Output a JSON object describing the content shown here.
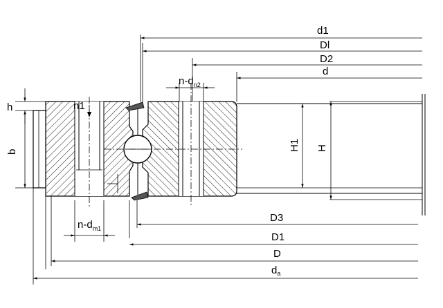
{
  "labels": {
    "d1": "d1",
    "Dl": "Dl",
    "D2": "D2",
    "d": "d",
    "n_dn2_base": "n-d",
    "n_dn2_sub": "n2",
    "n1": "n1",
    "h": "h",
    "b": "b",
    "H1": "H1",
    "H": "H",
    "D3": "D3",
    "n_dm1_base": "n-d",
    "n_dm1_sub": "m1",
    "D1": "D1",
    "D": "D",
    "da_base": "d",
    "da_sub": "a"
  },
  "colors": {
    "line": "#000000",
    "background": "#ffffff"
  }
}
